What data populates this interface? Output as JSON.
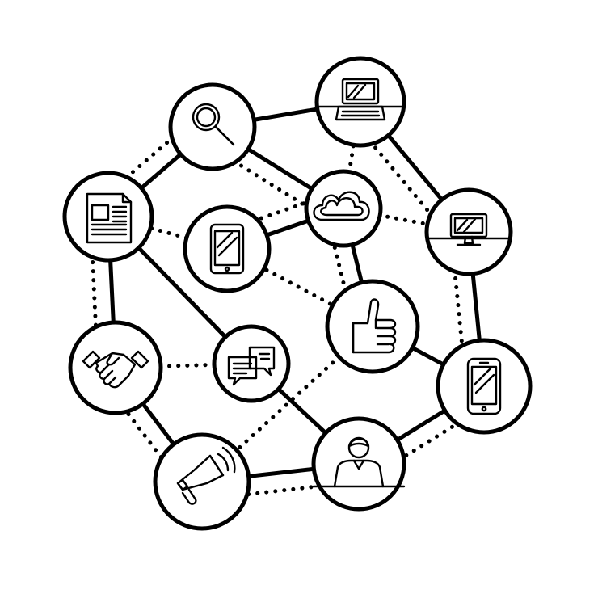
{
  "diagram": {
    "nodes": [
      {
        "id": "search",
        "icon": "magnifier-icon"
      },
      {
        "id": "laptop",
        "icon": "laptop-icon"
      },
      {
        "id": "document",
        "icon": "document-icon"
      },
      {
        "id": "cloud",
        "icon": "cloud-icon"
      },
      {
        "id": "monitor",
        "icon": "monitor-icon"
      },
      {
        "id": "tablet",
        "icon": "tablet-icon"
      },
      {
        "id": "thumbs-up",
        "icon": "thumbs-up-icon"
      },
      {
        "id": "handshake",
        "icon": "handshake-icon"
      },
      {
        "id": "chat",
        "icon": "chat-bubbles-icon"
      },
      {
        "id": "smartphone",
        "icon": "smartphone-icon"
      },
      {
        "id": "user",
        "icon": "user-icon"
      },
      {
        "id": "megaphone",
        "icon": "megaphone-icon"
      }
    ],
    "edges_solid": [
      [
        "search",
        "laptop"
      ],
      [
        "laptop",
        "monitor"
      ],
      [
        "search",
        "document"
      ],
      [
        "document",
        "chat"
      ],
      [
        "chat",
        "user"
      ],
      [
        "search",
        "cloud"
      ],
      [
        "cloud",
        "tablet"
      ],
      [
        "cloud",
        "thumbs-up"
      ],
      [
        "thumbs-up",
        "smartphone"
      ],
      [
        "monitor",
        "smartphone"
      ],
      [
        "document",
        "handshake"
      ],
      [
        "handshake",
        "megaphone"
      ],
      [
        "megaphone",
        "user"
      ],
      [
        "user",
        "smartphone"
      ]
    ],
    "edges_dotted": [
      [
        "search",
        "cloud"
      ],
      [
        "laptop",
        "cloud"
      ],
      [
        "laptop",
        "monitor"
      ],
      [
        "cloud",
        "monitor"
      ],
      [
        "document",
        "tablet"
      ],
      [
        "tablet",
        "thumbs-up"
      ],
      [
        "cloud",
        "tablet"
      ],
      [
        "document",
        "handshake"
      ],
      [
        "handshake",
        "chat"
      ],
      [
        "handshake",
        "megaphone"
      ],
      [
        "thumbs-up",
        "megaphone"
      ],
      [
        "megaphone",
        "user"
      ],
      [
        "user",
        "smartphone"
      ],
      [
        "monitor",
        "smartphone"
      ],
      [
        "search",
        "document"
      ],
      [
        "cloud",
        "thumbs-up"
      ]
    ],
    "colors": {
      "stroke": "#000000",
      "background": "#ffffff"
    }
  }
}
